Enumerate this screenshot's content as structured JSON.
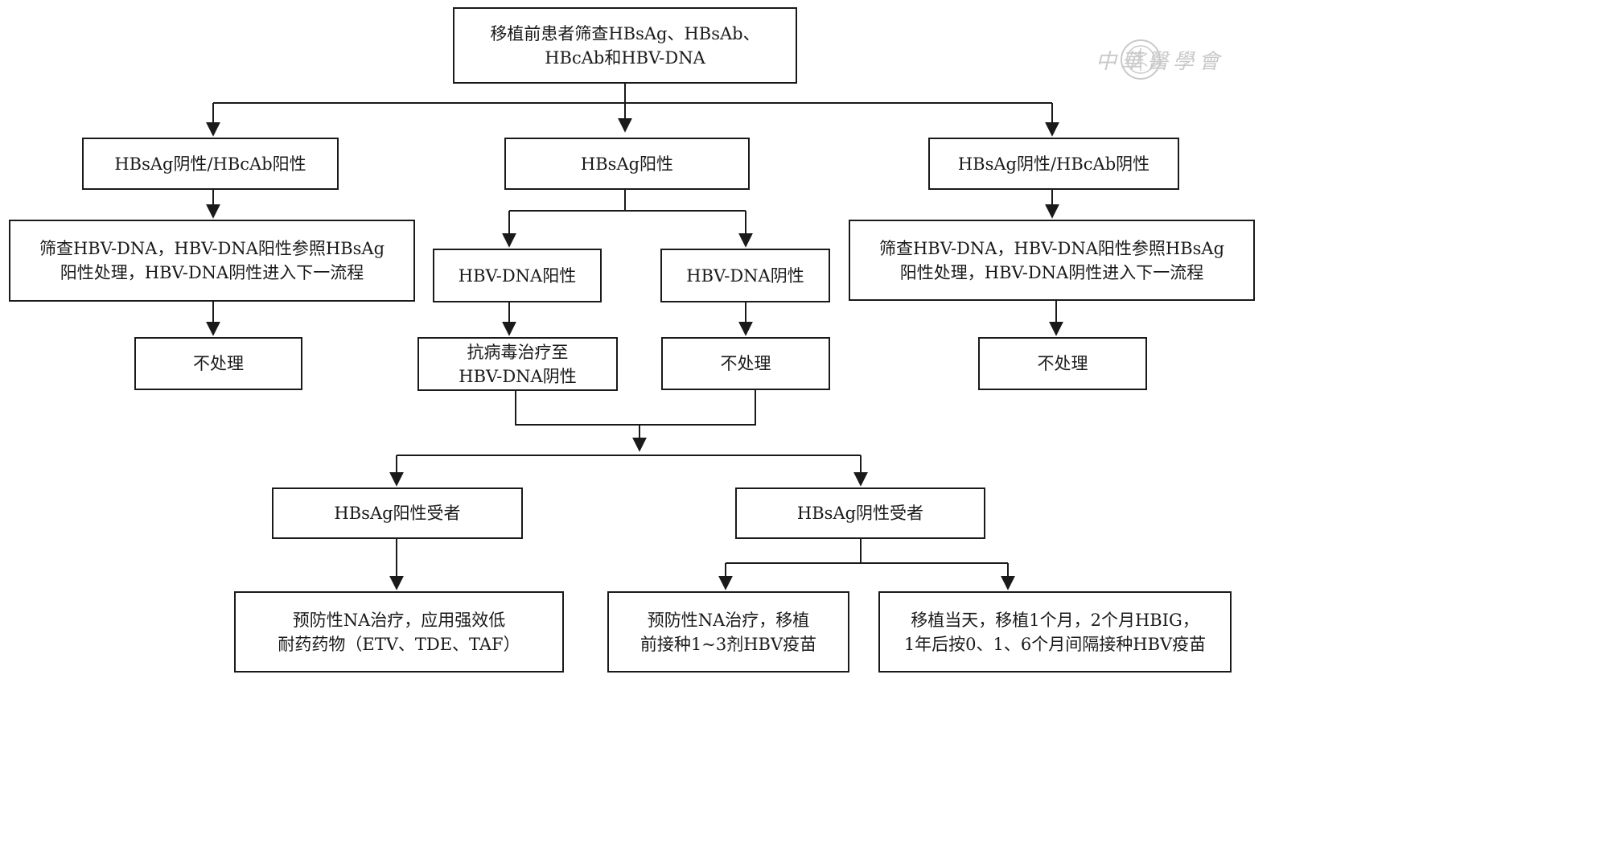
{
  "nodes": {
    "screening": [
      "移植前患者筛查HBsAg、HBsAb、",
      "HBcAb和HBV-DNA"
    ],
    "neg_pos": [
      "HBsAg阴性/HBcAb阳性"
    ],
    "pos": [
      "HBsAg阳性"
    ],
    "neg_neg": [
      "HBsAg阴性/HBcAb阴性"
    ],
    "screen_left": [
      "筛查HBV-DNA，HBV-DNA阳性参照HBsAg",
      "阳性处理，HBV-DNA阴性进入下一流程"
    ],
    "dna_pos": [
      "HBV-DNA阳性"
    ],
    "dna_neg": [
      "HBV-DNA阴性"
    ],
    "screen_right": [
      "筛查HBV-DNA，HBV-DNA阳性参照HBsAg",
      "阳性处理，HBV-DNA阴性进入下一流程"
    ],
    "no_treat_left": [
      "不处理"
    ],
    "antiviral": [
      "抗病毒治疗至",
      "HBV-DNA阴性"
    ],
    "no_treat_mid": [
      "不处理"
    ],
    "no_treat_right": [
      "不处理"
    ],
    "recipient_pos": [
      "HBsAg阳性受者"
    ],
    "recipient_neg": [
      "HBsAg阴性受者"
    ],
    "na_prophylaxis": [
      "预防性NA治疗，应用强效低",
      "耐药药物（ETV、TDE、TAF）"
    ],
    "na_vaccine": [
      "预防性NA治疗，移植",
      "前接种1~3剂HBV疫苗"
    ],
    "hbig": [
      "移植当天，移植1个月，2个月HBIG，",
      "1年后按0、1、6个月间隔接种HBV疫苗"
    ]
  },
  "watermark": {
    "logo": "seal-logo",
    "text": "中華醫學會"
  },
  "colors": {
    "line": "#1a1a1a",
    "background": "#ffffff",
    "watermark": "#c9c9c9"
  }
}
